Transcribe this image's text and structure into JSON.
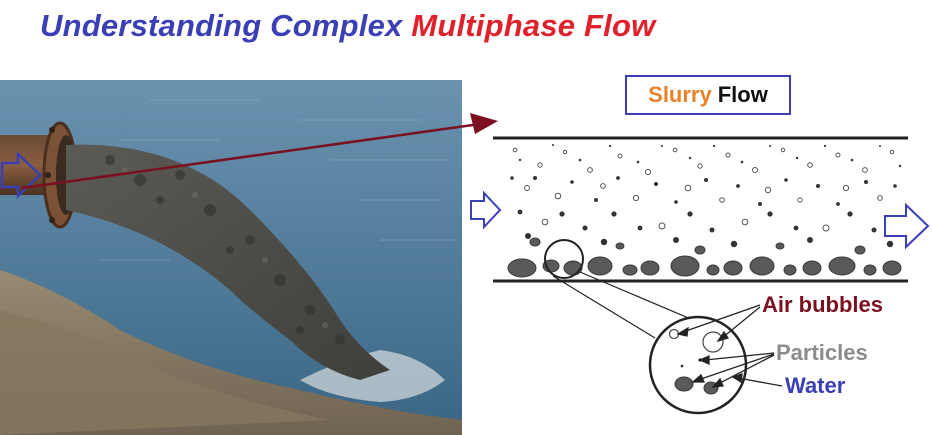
{
  "title": {
    "part1": "Understanding Complex",
    "part2": "Multiphase Flow"
  },
  "flow_label": {
    "word1": "Slurry",
    "word2": "Flow"
  },
  "annotations": {
    "air": "Air bubbles",
    "particles": "Particles",
    "water": "Water"
  },
  "colors": {
    "title_blue": "#3b3fb6",
    "title_red": "#e0202a",
    "slurry_orange": "#e8822a",
    "air_label": "#7a1020",
    "particles_label": "#8c8c8c",
    "arrow_dark_red": "#7a1020"
  }
}
